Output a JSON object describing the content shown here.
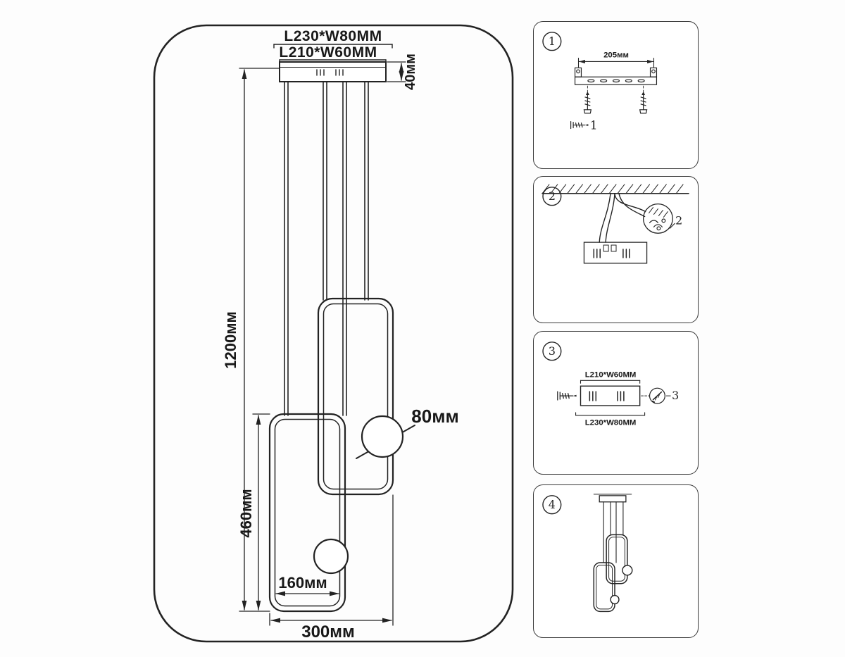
{
  "main": {
    "top_label_outer": "L230*W80MM",
    "top_label_inner": "L210*W60MM",
    "dim_canopy_height": "40мм",
    "dim_total_height": "1200мм",
    "dim_ball": "80мм",
    "dim_lower_ring_height": "460мм",
    "dim_lower_ring_inner_width": "160мм",
    "dim_total_width": "300мм"
  },
  "steps": [
    {
      "num": "1",
      "dim_bracket": "205мм",
      "screw_label": "1"
    },
    {
      "num": "2",
      "detail_label": "2"
    },
    {
      "num": "3",
      "label_canopy_inner": "L210*W60MM",
      "label_canopy_outer": "L230*W80MM",
      "screw_label": "3"
    },
    {
      "num": "4"
    }
  ]
}
